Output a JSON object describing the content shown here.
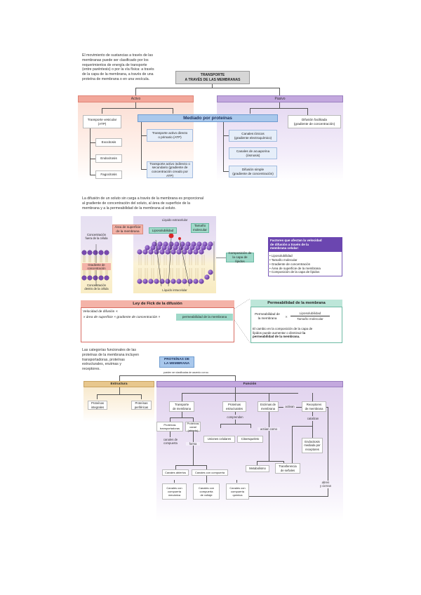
{
  "section1": {
    "intro": "El movimiento de sustancias a través de las\nmembranas puede ser clasificado por los\nrequerimientos de energía de transporte\n(entre paréntesis) o por la vía física: a través\nde la capa de la membrana, a través de una\nproteína de membrana o en una vesícula.",
    "root": "TRANSPORTE\nA TRAVÉS DE LAS MEMBRANAS",
    "active_label": "Activo",
    "passive_label": "Pasivo",
    "protein_mediated_label": "Mediado por proteínas",
    "vesicular": "Transporte vesicular\n(ATP)",
    "vesicular_children": [
      "Exocitosis",
      "Endocitosis",
      "Fagocitosis"
    ],
    "active_primary": "Transporte activo directo\no primario (ATP)",
    "active_secondary": "Transporte activo indirecto o\nsecundario (gradiente de\nconcentración creado por ATP)",
    "ion_channels": "Canales iónicos\n(gradiente electroquímico)",
    "aquaporin": "Canales de acuaporina\n(ósmosis)",
    "simple_diffusion": "Difusión simple\n(gradiente de concentración)",
    "facilitated_diffusion": "Difusión facilitada\n(gradiente de concentración)"
  },
  "section2": {
    "intro": "La difusión de un soluto sin carga a través de la membrana es proporcional\nal gradiente de concentración del soluto, al área de superficie de la\nmembrana y a la permeabilidad de la membrana al soluto.",
    "extracellular": "Líquido extracelular",
    "intracellular": "Líquido intracelular",
    "surface_area": "Área de superficie\nde la membrana",
    "liposolubility": "Liposolubilidad",
    "molecular_size": "Tamaño\nmolecular",
    "lipid_composition": "Composición de\nla capa de lípidos",
    "conc_outside": "Concentración\nfuera de la célula",
    "conc_gradient": "Gradiente de\nconcentración",
    "conc_inside": "Concentración\ndentro de la célula",
    "factors_title": "Factores que afectan la velocidad\nde difusión a través de la\nmembrana celular:",
    "factors": [
      "Liposolubilidad",
      "Tamaño molecular",
      "Gradiente de concentración",
      "Área de superficie de la membrana",
      "Composición de la capa de lípidos"
    ],
    "fick_title": "Ley de Fick de la difusión",
    "fick_line1": "Velocidad de difusión ∝",
    "fick_line2": "∝ área de superficie × gradiente de concentración ×",
    "fick_highlight": "permeabilidad de la membrana",
    "perm_title": "Permeabilidad de la membrana",
    "perm_lhs": "Permeabilidad de\nla membrana",
    "perm_prop": "∝",
    "perm_num": "Liposolubilidad",
    "perm_den": "Tamaño molecular",
    "perm_note_1": "El cambio en la composición de la capa de\nlípidos puede aumentar o disminuir ",
    "perm_note_2": "la\npermeabilidad de la membrana."
  },
  "section3": {
    "intro": "Las categorías funcionales de las\nproteínas de la membrana incluyen\ntransportadoras, proteínas\nestructurales, enzimas y\nreceptores.",
    "root": "PROTEÍNAS DE\nLA MEMBRANA",
    "root_sub": "pueden ser clasificadas de acuerdo con su",
    "structure_label": "Estructura",
    "function_label": "Función",
    "integral": "Proteínas\nintegrales",
    "peripheral": "Proteínas\nperiféricas",
    "transport": "Transporte\nde membrana",
    "structural": "Proteínas\nestructurales",
    "enzymes": "Enzimas de\nmembrana",
    "receptors": "Receptores\nde membrana",
    "activate": "activan",
    "comprise": "comprenden",
    "act_as": "actúan como",
    "catalyze": "catalizan",
    "channel_proteins": "Proteínas\ncanal (abierto)",
    "carrier_proteins": "Proteínas\ntransportadoras",
    "gated_pores": "canales de\ncompuerta",
    "form": "forma",
    "cell_junctions": "Uniones celulares",
    "cytoskeleton": "Citoesqueleto",
    "endocytosis": "Endocitosis\nmediada por\nreceptores",
    "open_channels": "Canales abiertos",
    "gated_channels": "Canales con compuerta",
    "metabolism": "Metabolismo",
    "signal_transduction": "Transferencia\nde señales",
    "chem_gated": "Canales con\ncompuerta\nquímica",
    "volt_gated": "Canales con\ncompuerta\nde voltaje",
    "mech_gated": "Canales con\ncompuerta\nmecánica",
    "open_close": "abren\ny cierran"
  }
}
